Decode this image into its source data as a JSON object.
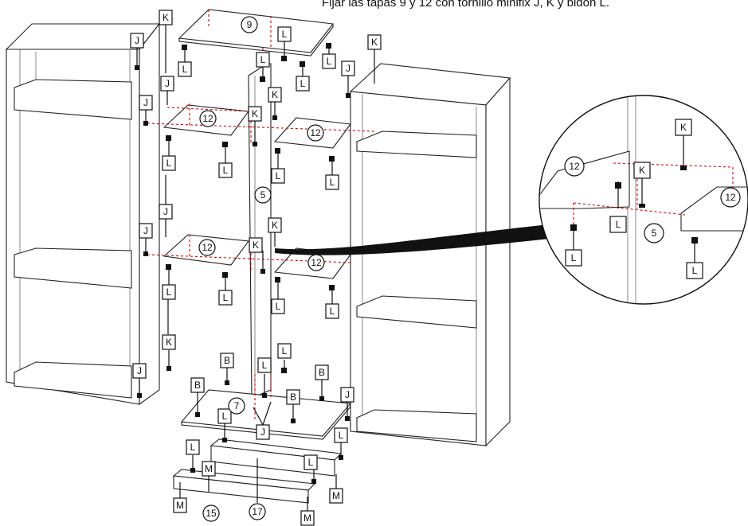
{
  "caption": "Fijar las tapas 9 y 12 con tornillo minifix J, K y bidón L.",
  "callouts": {
    "J": "J",
    "K": "K",
    "L": "L",
    "B": "B",
    "M": "M"
  },
  "parts": {
    "p5": "5",
    "p7": "7",
    "p9": "9",
    "p12": "12",
    "p15": "15",
    "p17": "17"
  },
  "colors": {
    "line": "#222222",
    "guide": "#e00000",
    "background": "#ffffff"
  }
}
